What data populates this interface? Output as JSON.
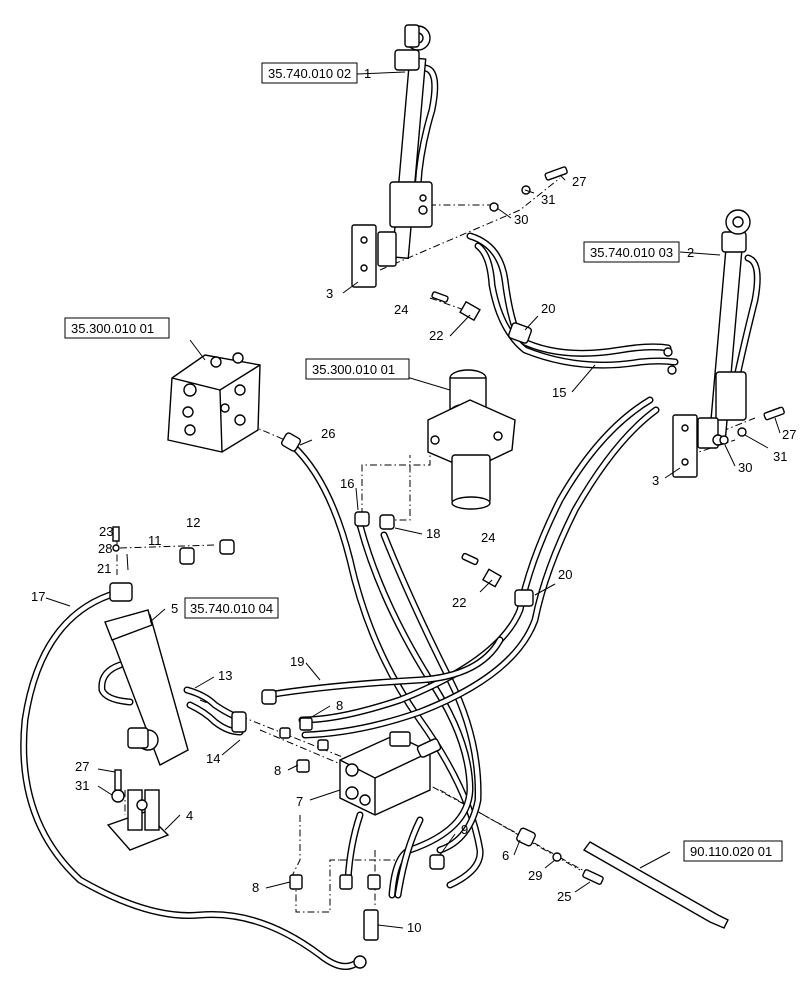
{
  "references": {
    "top_cylinder_ref": "35.740.010 02",
    "right_cylinder_ref": "35.740.010 03",
    "left_valve_ref": "35.300.010 01",
    "center_valve_ref": "35.300.010 01",
    "lever_ref": "35.740.010 04",
    "rod_ref": "90.110.020 01"
  },
  "callouts": {
    "c1": "1",
    "c2": "2",
    "c3a": "3",
    "c3b": "3",
    "c4": "4",
    "c5": "5",
    "c6": "6",
    "c7": "7",
    "c8a": "8",
    "c8b": "8",
    "c8c": "8",
    "c9": "9",
    "c10": "10",
    "c11": "11",
    "c12": "12",
    "c13": "13",
    "c14": "14",
    "c15": "15",
    "c16": "16",
    "c17": "17",
    "c18": "18",
    "c19": "19",
    "c20a": "20",
    "c20b": "20",
    "c21": "21",
    "c22a": "22",
    "c22b": "22",
    "c23": "23",
    "c24a": "24",
    "c24b": "24",
    "c25": "25",
    "c26": "26",
    "c27a": "27",
    "c27b": "27",
    "c27c": "27",
    "c28": "28",
    "c29": "29",
    "c30a": "30",
    "c30b": "30",
    "c31a": "31",
    "c31b": "31",
    "c31c": "31"
  }
}
